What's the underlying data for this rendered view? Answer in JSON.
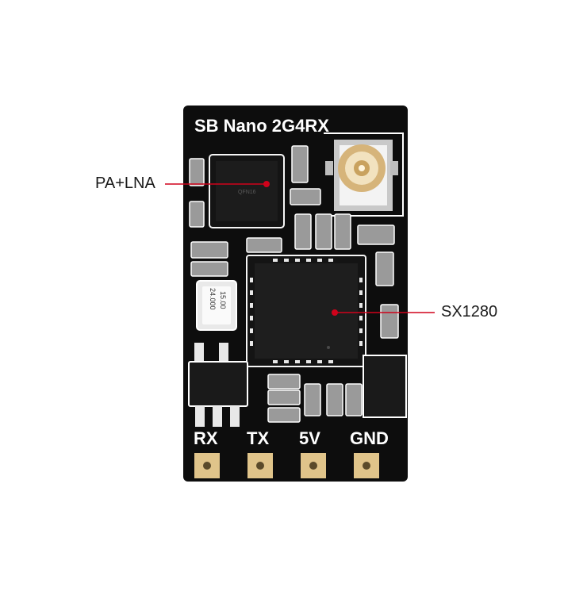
{
  "board": {
    "title": "SB Nano  2G4RX",
    "crystal_line1": "24.000",
    "crystal_line2": "15.00",
    "pins": [
      "RX",
      "TX",
      "5V",
      "GND"
    ]
  },
  "callouts": {
    "pa_lna": "PA+LNA",
    "sx1280": "SX1280"
  },
  "colors": {
    "pcb": "#0d0d0d",
    "pad_gold": "#e0c48a",
    "callout_line": "#d0021b",
    "callout_dot": "#d0021b"
  }
}
